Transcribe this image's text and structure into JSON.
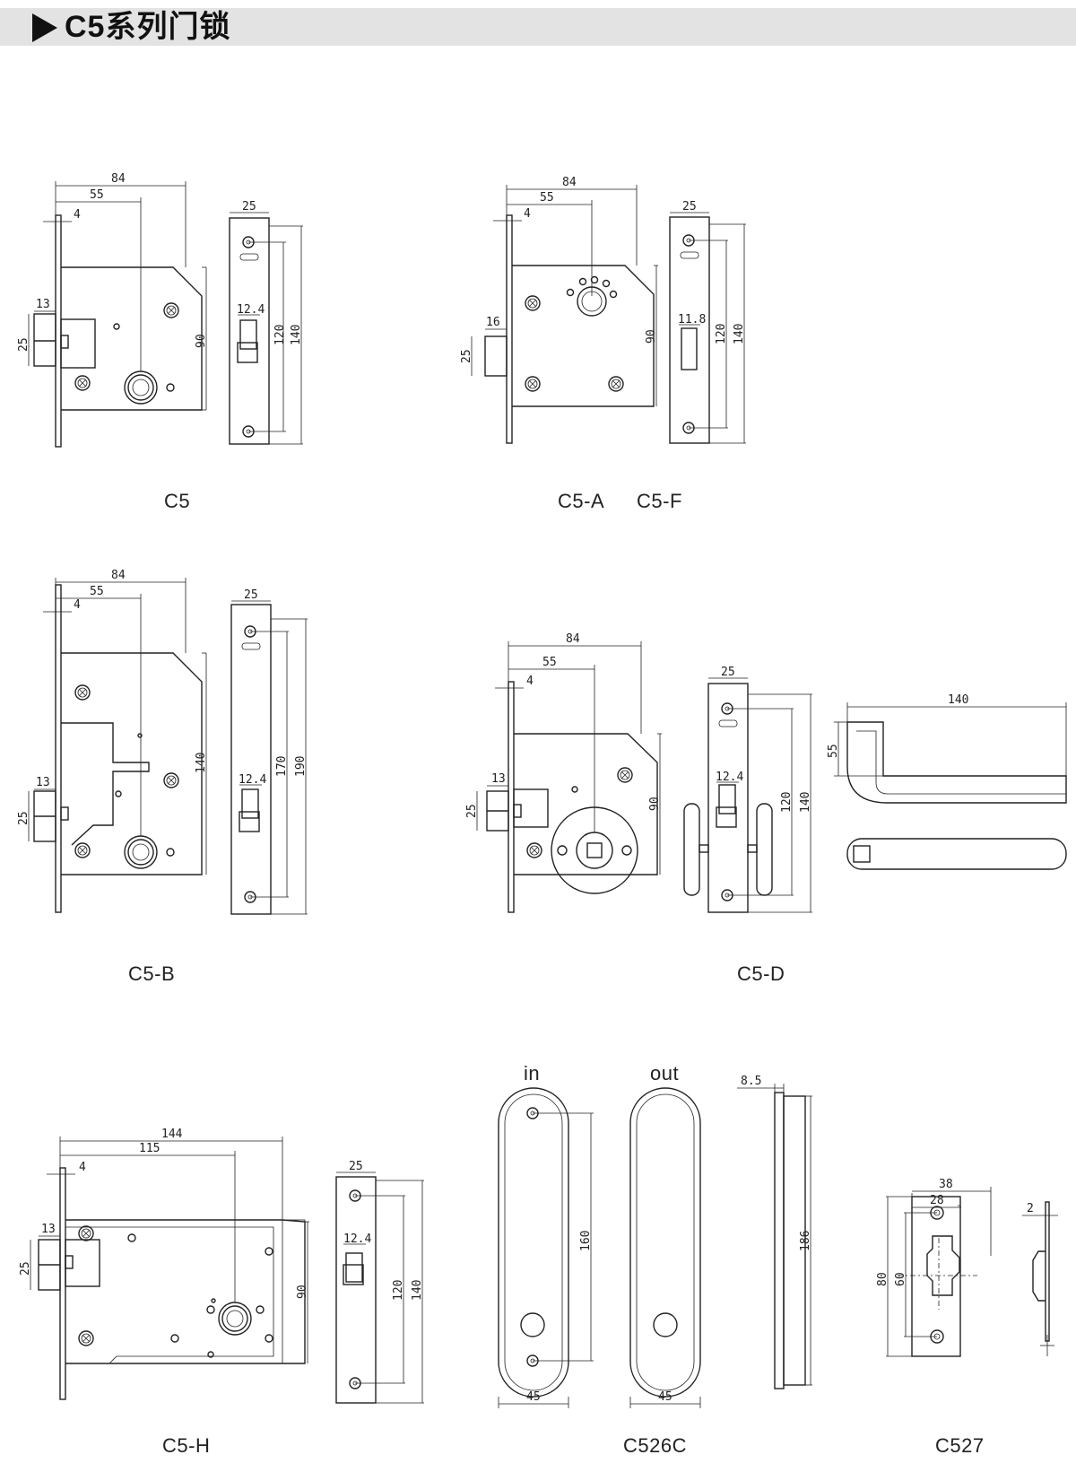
{
  "header": {
    "title": "C5系列门锁"
  },
  "captions": {
    "c5": "C5",
    "c5a": "C5-A",
    "c5f": "C5-F",
    "c5b": "C5-B",
    "c5d": "C5-D",
    "c5h": "C5-H",
    "c526c": "C526C",
    "c527": "C527",
    "in": "in",
    "out": "out"
  },
  "dims": {
    "c5": {
      "w": "84",
      "c": "55",
      "t": "4",
      "a": "13",
      "b": "25",
      "h": "90",
      "fw": "25",
      "fs": "12.4",
      "fh1": "120",
      "fh2": "140"
    },
    "c5a": {
      "w": "84",
      "c": "55",
      "t": "4",
      "a": "16",
      "b": "25",
      "h": "90",
      "fw": "25",
      "fs": "11.8",
      "fh1": "120",
      "fh2": "140"
    },
    "c5b": {
      "w": "84",
      "c": "55",
      "t": "4",
      "a": "13",
      "b": "25",
      "h": "140",
      "fw": "25",
      "fs": "12.4",
      "fh1": "170",
      "fh2": "190"
    },
    "c5d": {
      "w": "84",
      "c": "55",
      "t": "4",
      "a": "13",
      "b": "25",
      "h": "90",
      "fw": "25",
      "fs": "12.4",
      "fh1": "120",
      "fh2": "140",
      "lw": "140",
      "lh": "55"
    },
    "c5h": {
      "w": "144",
      "c": "115",
      "t": "4",
      "a": "13",
      "b": "25",
      "h": "90",
      "fw": "25",
      "fs": "12.4",
      "fh1": "120",
      "fh2": "140"
    },
    "c526c": {
      "w1": "45",
      "w2": "45",
      "h": "160",
      "side_t": "8.5",
      "side_h": "186"
    },
    "c527": {
      "w1": "38",
      "w2": "28",
      "h1": "80",
      "h2": "60",
      "t": "2"
    }
  }
}
